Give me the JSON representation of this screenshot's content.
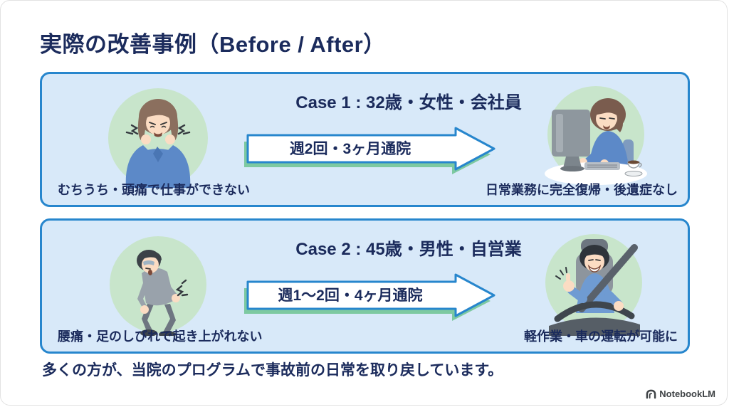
{
  "slide": {
    "title": "実際の改善事例（Before / After）",
    "cases": [
      {
        "heading": "Case 1 : 32歳・女性・会社員",
        "arrow_label": "週2回・3ヶ月通院",
        "before_caption": "むちうち・頭痛で仕事ができない",
        "after_caption": "日常業務に完全復帰・後遺症なし",
        "before_illustration": "woman-with-neck-pain",
        "after_illustration": "woman-working-at-computer"
      },
      {
        "heading": "Case 2 : 45歳・男性・自営業",
        "arrow_label": "週1〜2回・4ヶ月通院",
        "before_caption": "腰痛・足のしびれで起き上がれない",
        "after_caption": "軽作業・車の運転が可能に",
        "before_illustration": "man-with-back-pain",
        "after_illustration": "man-driving-car"
      }
    ],
    "summary": "多くの方が、当院のプログラムで事故前の日常を取り戻しています。",
    "branding": {
      "label": "NotebookLM"
    }
  },
  "colors": {
    "text_navy": "#1b2b5c",
    "box_background": "#d8e9f9",
    "box_border": "#2786cd",
    "illustration_circle_green": "#c8e5cb",
    "arrow_fill": "#ffffff",
    "arrow_border": "#2786cd",
    "arrow_shadow_green": "#7dc9a1",
    "background": "#ffffff"
  }
}
